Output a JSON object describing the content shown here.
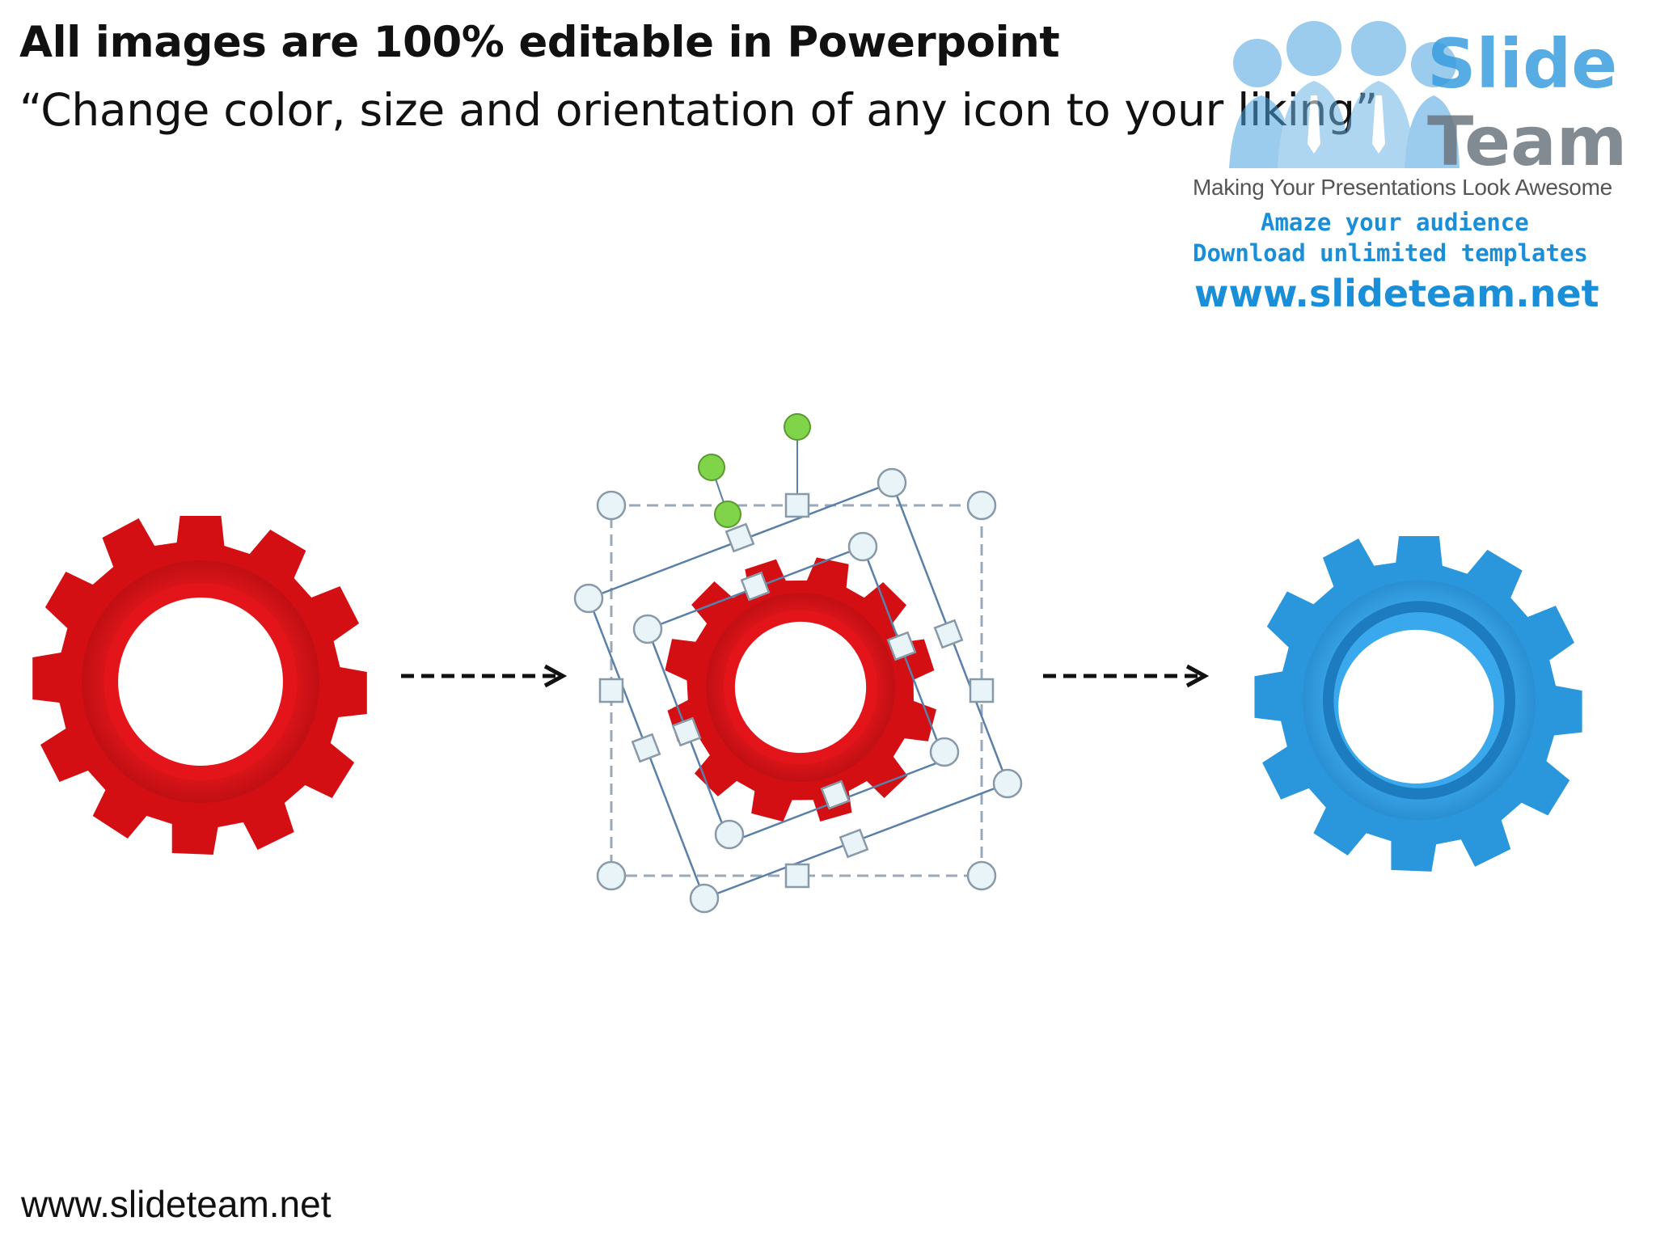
{
  "header": {
    "title": "All images are 100% editable in Powerpoint",
    "subtitle": "“Change color, size and orientation of any icon to your liking”"
  },
  "logo": {
    "word1": "Slide",
    "word2": "Team",
    "tagline": "Making Your Presentations Look Awesome",
    "promo_line1": "Amaze your audience",
    "promo_line2": "Download unlimited templates",
    "url": "www.slideteam.net"
  },
  "footer": {
    "url": "www.slideteam.net"
  },
  "colors": {
    "gear_red": "#d40f14",
    "gear_red_dark": "#9e0a0d",
    "gear_blue": "#2a96dc",
    "gear_blue_dark": "#1a6fae",
    "selection_handle_green": "#7fd44a",
    "selection_frame": "#5a7fa8",
    "brand_blue": "#1a8fd8"
  },
  "icons": {
    "gear_left": "gear-icon",
    "gear_middle": "gear-icon",
    "gear_right": "gear-icon",
    "arrows": "dashed-arrow-icon"
  }
}
